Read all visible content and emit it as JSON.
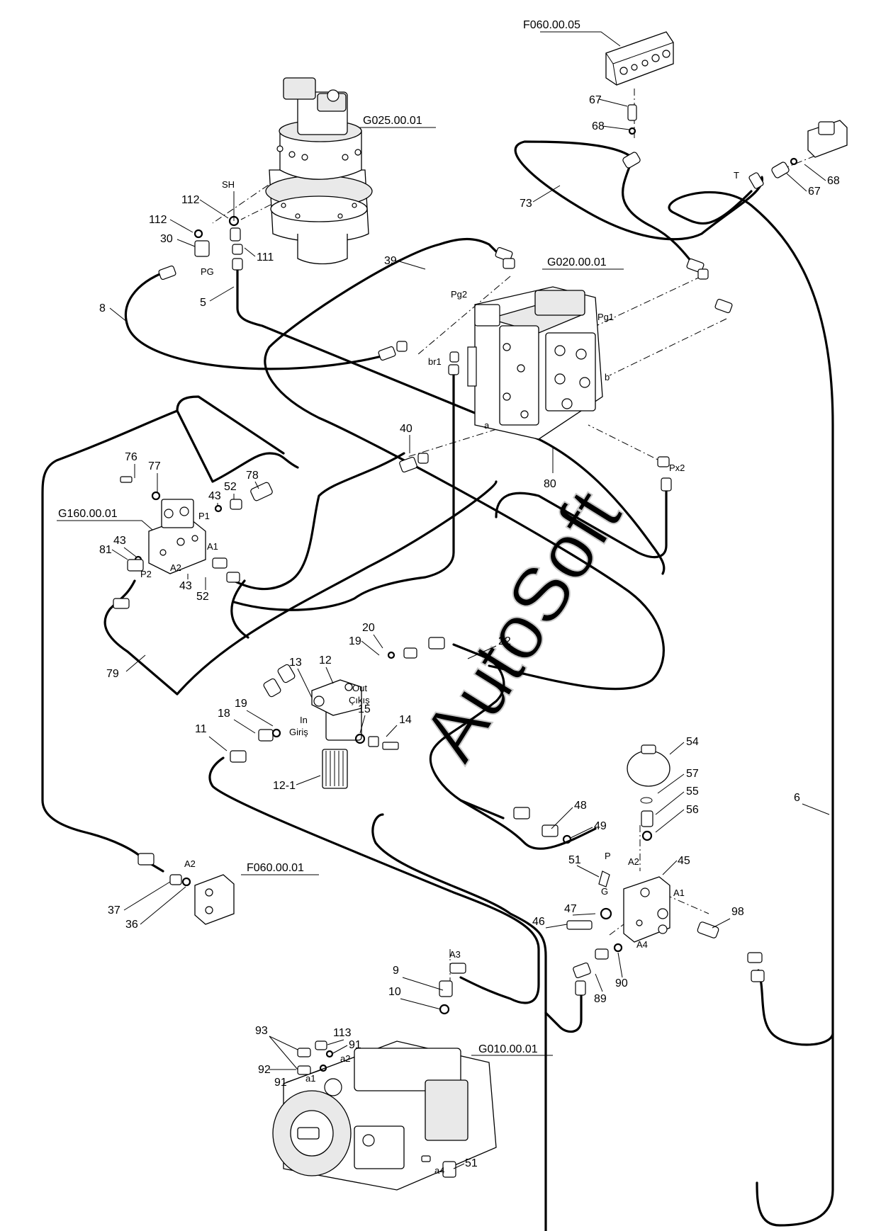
{
  "watermark": "AutoSoft",
  "assemblies": {
    "swing_motor": "G025.00.01",
    "main_valve": "G020.00.01",
    "top_block": "F060.00.05",
    "solenoid_valve": "G160.00.01",
    "left_block": "F060.00.01",
    "pump": "G010.00.01"
  },
  "port_labels": {
    "sh": "SH",
    "pg": "PG",
    "pg2": "Pg2",
    "pg1": "Pg1",
    "br1": "br1",
    "b": "b",
    "a": "a",
    "px2": "Px2",
    "t": "T",
    "p1": "P1",
    "p2": "P2",
    "a1_left": "A1",
    "a2_left": "A2",
    "out": "Out",
    "cikis": "Çıkış",
    "in": "In",
    "giris": "Giriş",
    "a2_block": "A2",
    "a2_manifold": "A2",
    "p_manifold": "P",
    "g_manifold": "G",
    "a1_manifold": "A1",
    "a4_manifold": "A4",
    "a3_pump": "A3",
    "a1_pump": "a1",
    "a2_pump": "a2",
    "a4_pump": "a4"
  },
  "callouts": {
    "c67_top": "67",
    "c68_top": "68",
    "c73": "73",
    "c68_right": "68",
    "c67_right": "67",
    "c112_a": "112",
    "c112_b": "112",
    "c30": "30",
    "c111": "111",
    "c8": "8",
    "c5": "5",
    "c39": "39",
    "c40": "40",
    "c80": "80",
    "c76": "76",
    "c77": "77",
    "c43_a": "43",
    "c52_a": "52",
    "c78": "78",
    "c81": "81",
    "c43_b": "43",
    "c43_c": "43",
    "c52_b": "52",
    "c79": "79",
    "c20": "20",
    "c19_a": "19",
    "c22": "22",
    "c13": "13",
    "c12": "12",
    "c18": "18",
    "c19_b": "19",
    "c15": "15",
    "c14": "14",
    "c11": "11",
    "c12_1": "12-1",
    "c54": "54",
    "c57": "57",
    "c55": "55",
    "c56": "56",
    "c6": "6",
    "c48": "48",
    "c49": "49",
    "c51_a": "51",
    "c45": "45",
    "c47": "47",
    "c46": "46",
    "c98": "98",
    "c89": "89",
    "c90": "90",
    "c37": "37",
    "c36": "36",
    "c9": "9",
    "c10": "10",
    "c93": "93",
    "c113": "113",
    "c91_a": "91",
    "c92": "92",
    "c91_b": "91",
    "c51_b": "51"
  }
}
